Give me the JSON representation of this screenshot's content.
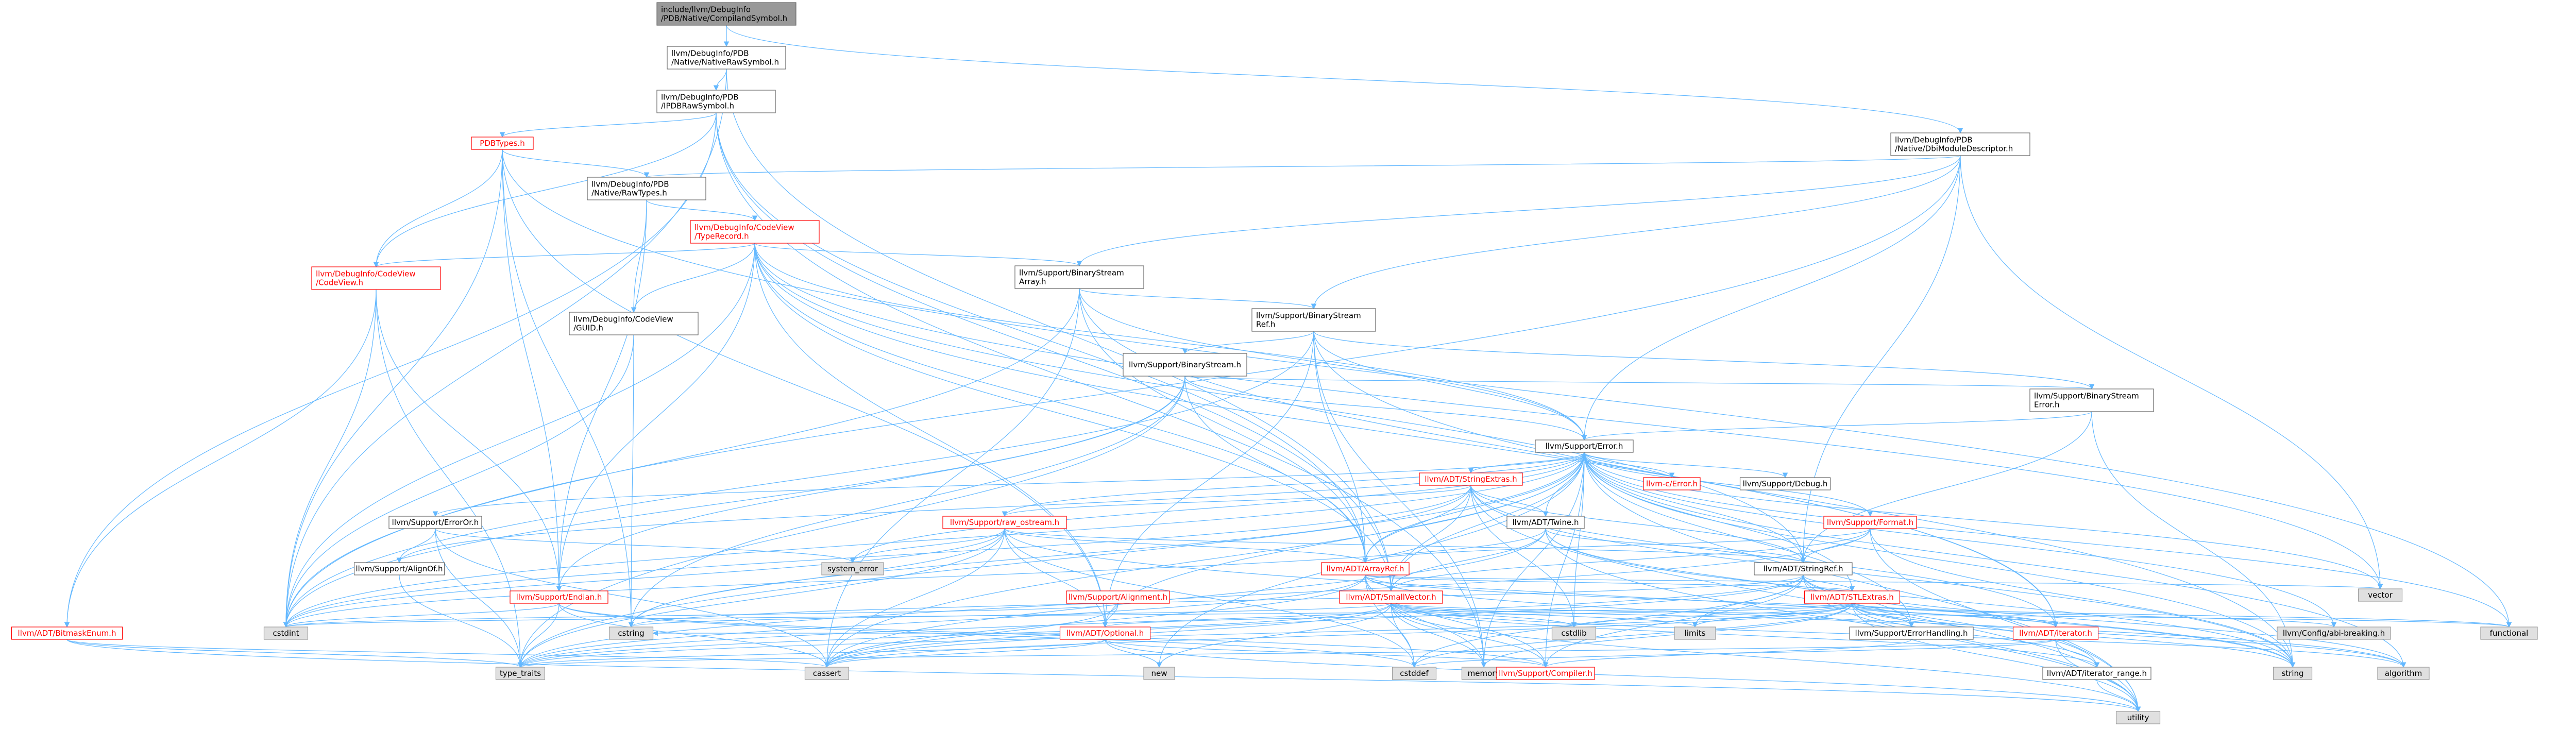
{
  "colors": {
    "edge": "#63b8ff",
    "node_border": "#666666",
    "root_fill": "#999999",
    "root_border": "#666666",
    "system_fill": "#e0e0e0",
    "system_border": "#999999",
    "internal_text": "#000000",
    "truncated_text": "#ff0000",
    "truncated_border": "#ff0000"
  },
  "nodes": [
    {
      "id": "root",
      "lines": [
        "include/llvm/DebugInfo",
        "/PDB/Native/CompilandSymbol.h"
      ],
      "kind": "root"
    },
    {
      "id": "nrs",
      "lines": [
        "llvm/DebugInfo/PDB",
        "/Native/NativeRawSymbol.h"
      ],
      "kind": "internal"
    },
    {
      "id": "dmd",
      "lines": [
        "llvm/DebugInfo/PDB",
        "/Native/DbiModuleDescriptor.h"
      ],
      "kind": "internal"
    },
    {
      "id": "ipr",
      "lines": [
        "llvm/DebugInfo/PDB",
        "/IPDBRawSymbol.h"
      ],
      "kind": "internal"
    },
    {
      "id": "pdbt",
      "lines": [
        "PDBTypes.h"
      ],
      "kind": "truncated"
    },
    {
      "id": "rawt",
      "lines": [
        "llvm/DebugInfo/PDB",
        "/Native/RawTypes.h"
      ],
      "kind": "internal"
    },
    {
      "id": "cvtr",
      "lines": [
        "llvm/DebugInfo/CodeView",
        "/TypeRecord.h"
      ],
      "kind": "truncated"
    },
    {
      "id": "cv",
      "lines": [
        "llvm/DebugInfo/CodeView",
        "/CodeView.h"
      ],
      "kind": "truncated"
    },
    {
      "id": "guid",
      "lines": [
        "llvm/DebugInfo/CodeView",
        "/GUID.h"
      ],
      "kind": "internal"
    },
    {
      "id": "bsa",
      "lines": [
        "llvm/Support/BinaryStream",
        "Array.h"
      ],
      "kind": "internal"
    },
    {
      "id": "bsr",
      "lines": [
        "llvm/Support/BinaryStream",
        "Ref.h"
      ],
      "kind": "internal"
    },
    {
      "id": "bs",
      "lines": [
        "llvm/Support/BinaryStream.h"
      ],
      "kind": "internal"
    },
    {
      "id": "bse",
      "lines": [
        "llvm/Support/BinaryStream",
        "Error.h"
      ],
      "kind": "internal"
    },
    {
      "id": "err",
      "lines": [
        "llvm/Support/Error.h"
      ],
      "kind": "internal"
    },
    {
      "id": "cerr",
      "lines": [
        "llvm-c/Error.h"
      ],
      "kind": "truncated"
    },
    {
      "id": "dbg",
      "lines": [
        "llvm/Support/Debug.h"
      ],
      "kind": "internal"
    },
    {
      "id": "se",
      "lines": [
        "llvm/ADT/StringExtras.h"
      ],
      "kind": "truncated"
    },
    {
      "id": "twine",
      "lines": [
        "llvm/ADT/Twine.h"
      ],
      "kind": "internal"
    },
    {
      "id": "fmt",
      "lines": [
        "llvm/Support/Format.h"
      ],
      "kind": "truncated"
    },
    {
      "id": "eor",
      "lines": [
        "llvm/Support/ErrorOr.h"
      ],
      "kind": "internal"
    },
    {
      "id": "rso",
      "lines": [
        "llvm/Support/raw_ostream.h"
      ],
      "kind": "truncated"
    },
    {
      "id": "ao",
      "lines": [
        "llvm/Support/AlignOf.h"
      ],
      "kind": "internal"
    },
    {
      "id": "syserr",
      "lines": [
        "system_error"
      ],
      "kind": "system"
    },
    {
      "id": "aref",
      "lines": [
        "llvm/ADT/ArrayRef.h"
      ],
      "kind": "truncated"
    },
    {
      "id": "sref",
      "lines": [
        "llvm/ADT/StringRef.h"
      ],
      "kind": "internal"
    },
    {
      "id": "vector",
      "lines": [
        "vector"
      ],
      "kind": "system"
    },
    {
      "id": "endian",
      "lines": [
        "llvm/Support/Endian.h"
      ],
      "kind": "truncated"
    },
    {
      "id": "align",
      "lines": [
        "llvm/Support/Alignment.h"
      ],
      "kind": "truncated"
    },
    {
      "id": "svec",
      "lines": [
        "llvm/ADT/SmallVector.h"
      ],
      "kind": "truncated"
    },
    {
      "id": "stl",
      "lines": [
        "llvm/ADT/STLExtras.h"
      ],
      "kind": "truncated"
    },
    {
      "id": "bme",
      "lines": [
        "llvm/ADT/BitmaskEnum.h"
      ],
      "kind": "truncated"
    },
    {
      "id": "cstdint",
      "lines": [
        "cstdint"
      ],
      "kind": "system"
    },
    {
      "id": "cstring",
      "lines": [
        "cstring"
      ],
      "kind": "system"
    },
    {
      "id": "opt",
      "lines": [
        "llvm/ADT/Optional.h"
      ],
      "kind": "truncated"
    },
    {
      "id": "cstdlib",
      "lines": [
        "cstdlib"
      ],
      "kind": "system"
    },
    {
      "id": "limits",
      "lines": [
        "limits"
      ],
      "kind": "system"
    },
    {
      "id": "ehand",
      "lines": [
        "llvm/Support/ErrorHandling.h"
      ],
      "kind": "internal"
    },
    {
      "id": "iter",
      "lines": [
        "llvm/ADT/iterator.h"
      ],
      "kind": "truncated"
    },
    {
      "id": "cfg",
      "lines": [
        "llvm/Config/abi-breaking.h"
      ],
      "kind": "system"
    },
    {
      "id": "functional",
      "lines": [
        "functional"
      ],
      "kind": "system"
    },
    {
      "id": "tt",
      "lines": [
        "type_traits"
      ],
      "kind": "system"
    },
    {
      "id": "cassert",
      "lines": [
        "cassert"
      ],
      "kind": "system"
    },
    {
      "id": "new",
      "lines": [
        "new"
      ],
      "kind": "system"
    },
    {
      "id": "cstddef",
      "lines": [
        "cstddef"
      ],
      "kind": "system"
    },
    {
      "id": "memory",
      "lines": [
        "memory"
      ],
      "kind": "system"
    },
    {
      "id": "comp",
      "lines": [
        "llvm/Support/Compiler.h"
      ],
      "kind": "truncated"
    },
    {
      "id": "iterrange",
      "lines": [
        "llvm/ADT/iterator_range.h"
      ],
      "kind": "internal"
    },
    {
      "id": "string",
      "lines": [
        "string"
      ],
      "kind": "system"
    },
    {
      "id": "algorithm",
      "lines": [
        "algorithm"
      ],
      "kind": "system"
    },
    {
      "id": "utility",
      "lines": [
        "utility"
      ],
      "kind": "system"
    }
  ],
  "edges": [
    [
      "root",
      "nrs"
    ],
    [
      "root",
      "dmd"
    ],
    [
      "nrs",
      "ipr"
    ],
    [
      "nrs",
      "cstdint"
    ],
    [
      "nrs",
      "svec"
    ],
    [
      "dmd",
      "rawt"
    ],
    [
      "dmd",
      "bsa"
    ],
    [
      "dmd",
      "bsr"
    ],
    [
      "dmd",
      "err"
    ],
    [
      "dmd",
      "cstdint"
    ],
    [
      "dmd",
      "vector"
    ],
    [
      "dmd",
      "sref"
    ],
    [
      "ipr",
      "pdbt"
    ],
    [
      "ipr",
      "cv"
    ],
    [
      "ipr",
      "bme"
    ],
    [
      "ipr",
      "aref"
    ],
    [
      "ipr",
      "svec"
    ],
    [
      "ipr",
      "memory"
    ],
    [
      "pdbt",
      "cv"
    ],
    [
      "pdbt",
      "rawt"
    ],
    [
      "pdbt",
      "endian"
    ],
    [
      "pdbt",
      "cstdint"
    ],
    [
      "pdbt",
      "cstring"
    ],
    [
      "pdbt",
      "functional"
    ],
    [
      "pdbt",
      "opt"
    ],
    [
      "rawt",
      "guid"
    ],
    [
      "rawt",
      "cvtr"
    ],
    [
      "rawt",
      "endian"
    ],
    [
      "cvtr",
      "cv"
    ],
    [
      "cvtr",
      "guid"
    ],
    [
      "cvtr",
      "bsa"
    ],
    [
      "cvtr",
      "endian"
    ],
    [
      "cvtr",
      "aref"
    ],
    [
      "cvtr",
      "opt"
    ],
    [
      "cvtr",
      "sref"
    ],
    [
      "cvtr",
      "cstdint"
    ],
    [
      "cvtr",
      "svec"
    ],
    [
      "cvtr",
      "vector"
    ],
    [
      "cvtr",
      "iter"
    ],
    [
      "cvtr",
      "err"
    ],
    [
      "cv",
      "bme"
    ],
    [
      "cv",
      "endian"
    ],
    [
      "cv",
      "cstdint"
    ],
    [
      "cv",
      "tt"
    ],
    [
      "guid",
      "cstdint"
    ],
    [
      "guid",
      "cstring"
    ],
    [
      "bsa",
      "bsr"
    ],
    [
      "bsa",
      "err"
    ],
    [
      "bsa",
      "aref"
    ],
    [
      "bsa",
      "iter"
    ],
    [
      "bsa",
      "cassert"
    ],
    [
      "bsa",
      "cstdint"
    ],
    [
      "bsr",
      "bs"
    ],
    [
      "bsr",
      "bse"
    ],
    [
      "bsr",
      "err"
    ],
    [
      "bsr",
      "aref"
    ],
    [
      "bsr",
      "opt"
    ],
    [
      "bsr",
      "cstdint"
    ],
    [
      "bsr",
      "memory"
    ],
    [
      "bsr",
      "string"
    ],
    [
      "bs",
      "bse"
    ],
    [
      "bs",
      "err"
    ],
    [
      "bs",
      "aref"
    ],
    [
      "bs",
      "endian"
    ],
    [
      "bs",
      "cstdint"
    ],
    [
      "bs",
      "tt"
    ],
    [
      "bs",
      "cstring"
    ],
    [
      "bse",
      "err"
    ],
    [
      "bse",
      "string"
    ],
    [
      "bse",
      "sref"
    ],
    [
      "err",
      "cerr"
    ],
    [
      "err",
      "dbg"
    ],
    [
      "err",
      "se"
    ],
    [
      "err",
      "twine"
    ],
    [
      "err",
      "fmt"
    ],
    [
      "err",
      "eor"
    ],
    [
      "err",
      "rso"
    ],
    [
      "err",
      "ao"
    ],
    [
      "err",
      "syserr"
    ],
    [
      "err",
      "aref"
    ],
    [
      "err",
      "sref"
    ],
    [
      "err",
      "vector"
    ],
    [
      "err",
      "svec"
    ],
    [
      "err",
      "stl"
    ],
    [
      "err",
      "cstdint"
    ],
    [
      "err",
      "cstdlib"
    ],
    [
      "err",
      "ehand"
    ],
    [
      "err",
      "cfg"
    ],
    [
      "err",
      "functional"
    ],
    [
      "err",
      "tt"
    ],
    [
      "err",
      "cassert"
    ],
    [
      "err",
      "new"
    ],
    [
      "err",
      "memory"
    ],
    [
      "err",
      "comp"
    ],
    [
      "err",
      "string"
    ],
    [
      "err",
      "algorithm"
    ],
    [
      "err",
      "utility"
    ],
    [
      "err",
      "opt"
    ],
    [
      "se",
      "aref"
    ],
    [
      "se",
      "sref"
    ],
    [
      "se",
      "twine"
    ],
    [
      "se",
      "svec"
    ],
    [
      "se",
      "cstdint"
    ],
    [
      "se",
      "cstdlib"
    ],
    [
      "se",
      "iter"
    ],
    [
      "se",
      "string"
    ],
    [
      "se",
      "utility"
    ],
    [
      "se",
      "cstring"
    ],
    [
      "se",
      "rso"
    ],
    [
      "twine",
      "svec"
    ],
    [
      "twine",
      "sref"
    ],
    [
      "twine",
      "cassert"
    ],
    [
      "twine",
      "cstdint"
    ],
    [
      "twine",
      "ehand"
    ],
    [
      "twine",
      "string"
    ],
    [
      "twine",
      "utility"
    ],
    [
      "fmt",
      "sref"
    ],
    [
      "fmt",
      "aref"
    ],
    [
      "fmt",
      "svec"
    ],
    [
      "fmt",
      "string"
    ],
    [
      "fmt",
      "tt"
    ],
    [
      "fmt",
      "utility"
    ],
    [
      "eor",
      "ao"
    ],
    [
      "eor",
      "syserr"
    ],
    [
      "eor",
      "cassert"
    ],
    [
      "eor",
      "tt"
    ],
    [
      "rso",
      "aref"
    ],
    [
      "rso",
      "sref"
    ],
    [
      "rso",
      "cassert"
    ],
    [
      "rso",
      "cstddef"
    ],
    [
      "rso",
      "cstdint"
    ],
    [
      "rso",
      "cstring"
    ],
    [
      "rso",
      "string"
    ],
    [
      "rso",
      "syserr"
    ],
    [
      "rso",
      "tt"
    ],
    [
      "rso",
      "opt"
    ],
    [
      "ao",
      "tt"
    ],
    [
      "aref",
      "svec"
    ],
    [
      "aref",
      "stl"
    ],
    [
      "aref",
      "comp"
    ],
    [
      "aref",
      "cassert"
    ],
    [
      "aref",
      "cstddef"
    ],
    [
      "aref",
      "memory"
    ],
    [
      "aref",
      "tt"
    ],
    [
      "aref",
      "vector"
    ],
    [
      "aref",
      "algorithm"
    ],
    [
      "aref",
      "iter"
    ],
    [
      "sref",
      "stl"
    ],
    [
      "sref",
      "iterrange"
    ],
    [
      "sref",
      "comp"
    ],
    [
      "sref",
      "algorithm"
    ],
    [
      "sref",
      "cassert"
    ],
    [
      "sref",
      "cstddef"
    ],
    [
      "sref",
      "cstring"
    ],
    [
      "sref",
      "limits"
    ],
    [
      "sref",
      "string"
    ],
    [
      "sref",
      "tt"
    ],
    [
      "sref",
      "utility"
    ],
    [
      "endian",
      "cassert"
    ],
    [
      "endian",
      "cstddef"
    ],
    [
      "endian",
      "cstdint"
    ],
    [
      "endian",
      "tt"
    ],
    [
      "endian",
      "comp"
    ],
    [
      "align",
      "cassert"
    ],
    [
      "align",
      "opt"
    ],
    [
      "align",
      "cstdint"
    ],
    [
      "svec",
      "comp"
    ],
    [
      "svec",
      "algorithm"
    ],
    [
      "svec",
      "cassert"
    ],
    [
      "svec",
      "cstddef"
    ],
    [
      "svec",
      "cstdlib"
    ],
    [
      "svec",
      "cstring"
    ],
    [
      "svec",
      "functional"
    ],
    [
      "svec",
      "limits"
    ],
    [
      "svec",
      "memory"
    ],
    [
      "svec",
      "new"
    ],
    [
      "svec",
      "tt"
    ],
    [
      "svec",
      "utility"
    ],
    [
      "svec",
      "iterrange"
    ],
    [
      "svec",
      "ehand"
    ],
    [
      "stl",
      "iter"
    ],
    [
      "stl",
      "iterrange"
    ],
    [
      "stl",
      "cfg"
    ],
    [
      "stl",
      "ehand"
    ],
    [
      "stl",
      "algorithm"
    ],
    [
      "stl",
      "cassert"
    ],
    [
      "stl",
      "cstddef"
    ],
    [
      "stl",
      "cstdint"
    ],
    [
      "stl",
      "cstdlib"
    ],
    [
      "stl",
      "functional"
    ],
    [
      "stl",
      "limits"
    ],
    [
      "stl",
      "memory"
    ],
    [
      "stl",
      "tt"
    ],
    [
      "stl",
      "utility"
    ],
    [
      "stl",
      "opt"
    ],
    [
      "stl",
      "string"
    ],
    [
      "bme",
      "cassert"
    ],
    [
      "bme",
      "tt"
    ],
    [
      "bme",
      "utility"
    ],
    [
      "opt",
      "cassert"
    ],
    [
      "opt",
      "cstring"
    ],
    [
      "opt",
      "new"
    ],
    [
      "opt",
      "utility"
    ],
    [
      "opt",
      "tt"
    ],
    [
      "opt",
      "comp"
    ],
    [
      "ehand",
      "comp"
    ],
    [
      "iter",
      "iterrange"
    ],
    [
      "iter",
      "cstddef"
    ],
    [
      "iter",
      "tt"
    ],
    [
      "iter",
      "utility"
    ],
    [
      "iterrange",
      "utility"
    ]
  ]
}
